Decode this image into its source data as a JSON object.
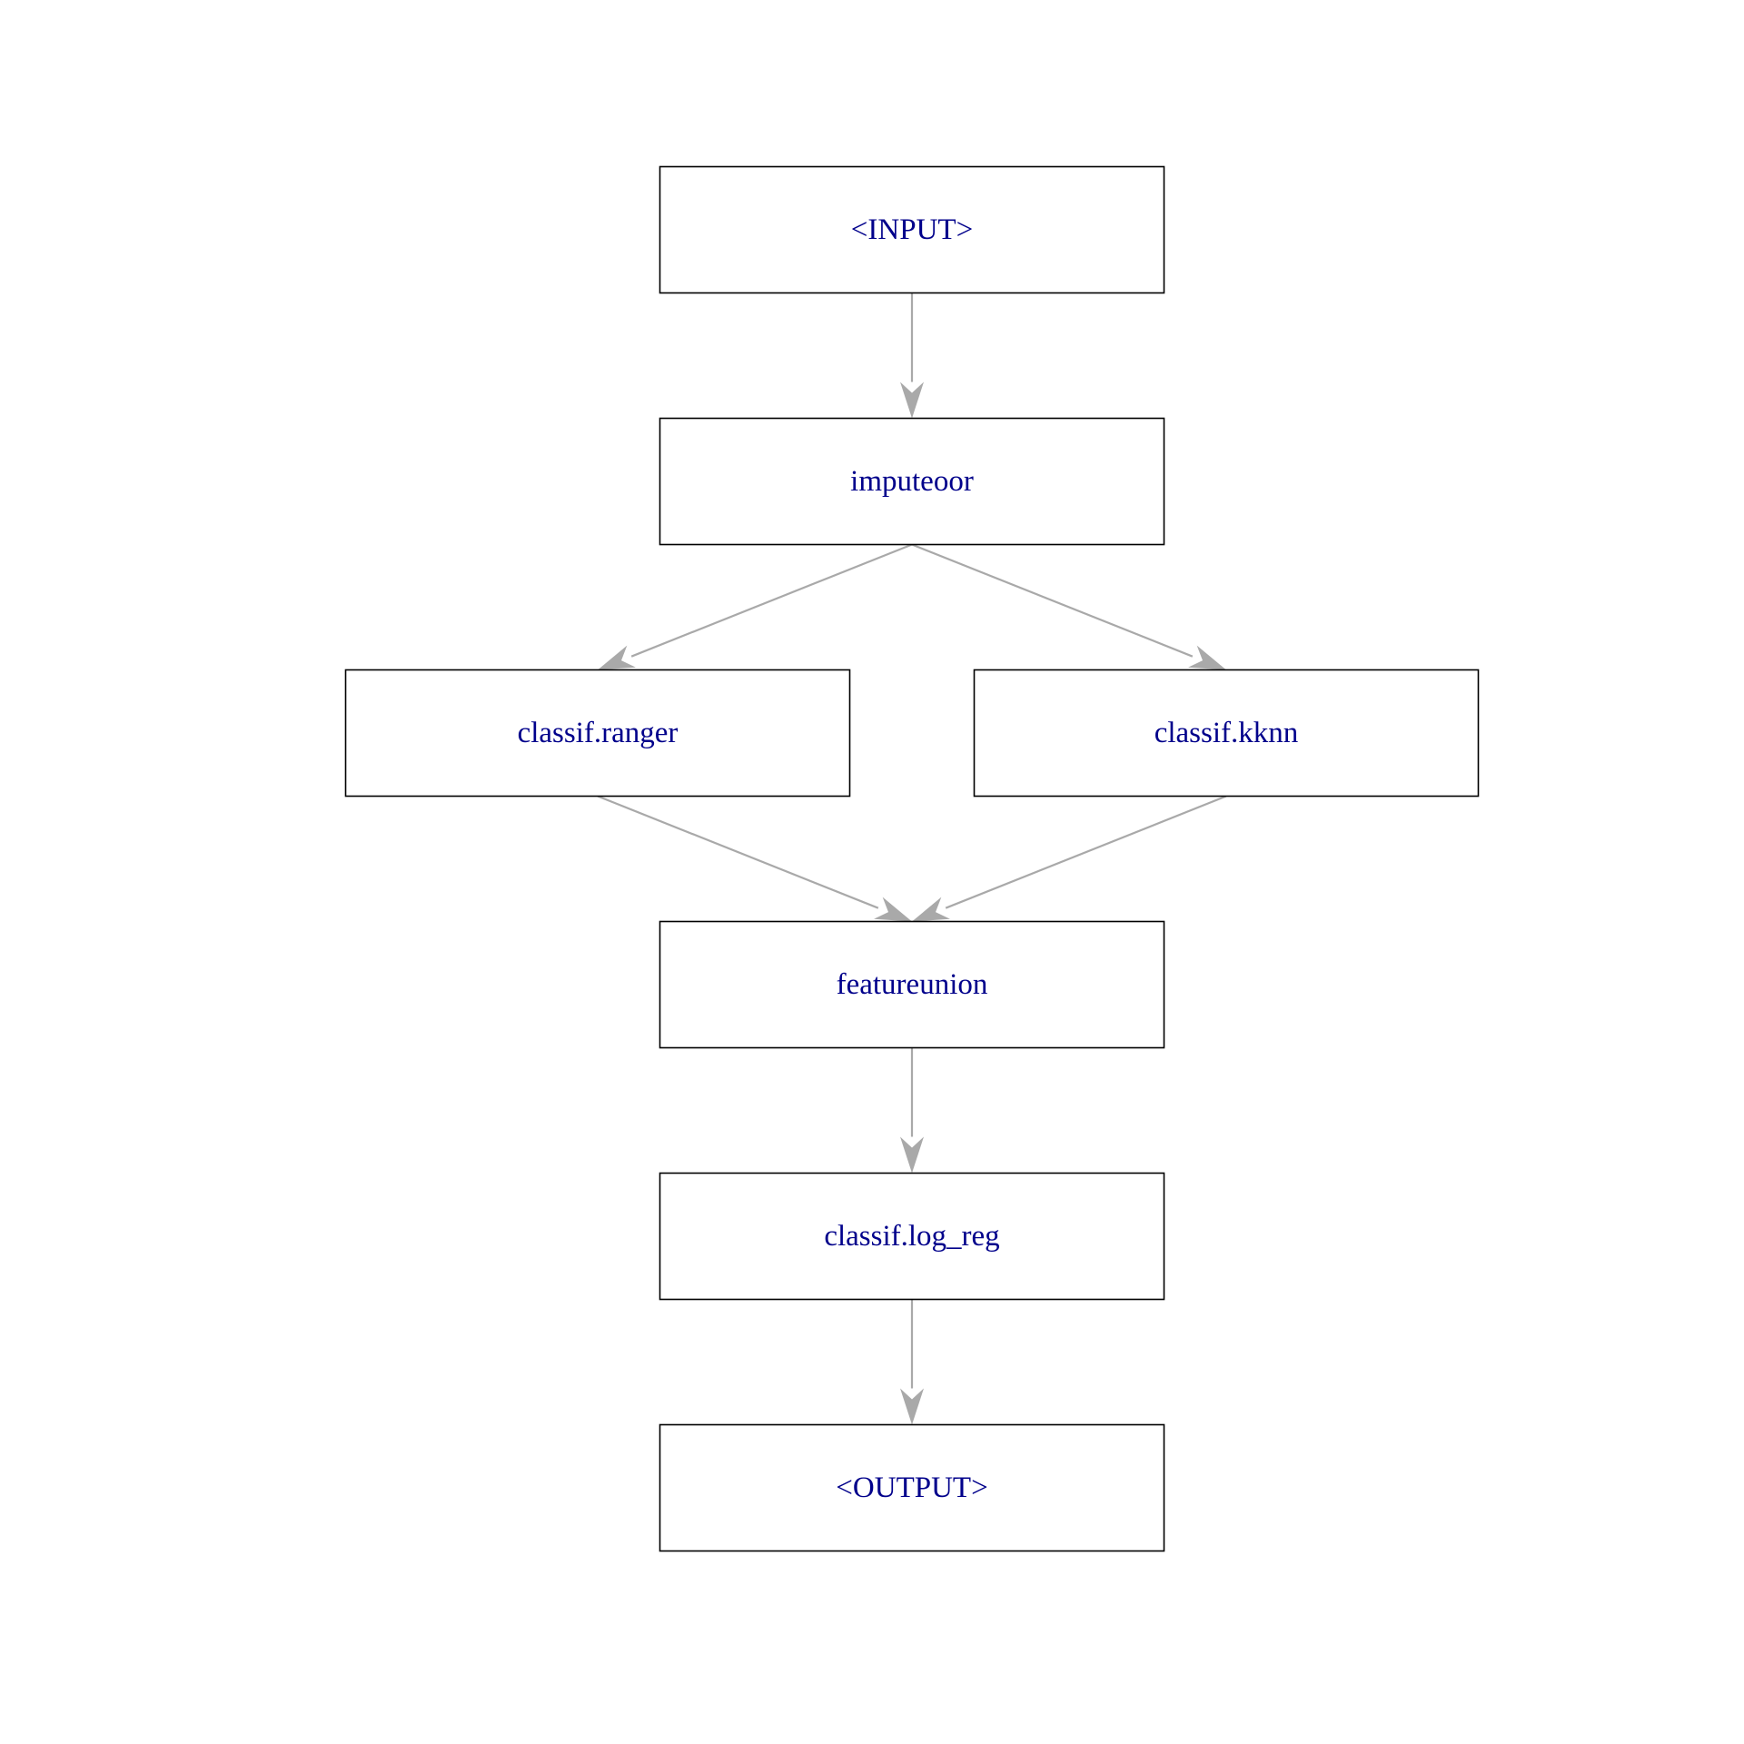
{
  "diagram": {
    "colors": {
      "node_border": "#000000",
      "node_fill": "#ffffff",
      "label_text": "#00008b",
      "edge": "#a9a9a9",
      "background": "#ffffff"
    },
    "nodes": [
      {
        "id": "input",
        "label": "<INPUT>"
      },
      {
        "id": "imputeoor",
        "label": "imputeoor"
      },
      {
        "id": "classif_ranger",
        "label": "classif.ranger"
      },
      {
        "id": "classif_kknn",
        "label": "classif.kknn"
      },
      {
        "id": "featureunion",
        "label": "featureunion"
      },
      {
        "id": "classif_log_reg",
        "label": "classif.log_reg"
      },
      {
        "id": "output",
        "label": "<OUTPUT>"
      }
    ],
    "edges": [
      {
        "from": "input",
        "to": "imputeoor"
      },
      {
        "from": "imputeoor",
        "to": "classif_ranger"
      },
      {
        "from": "imputeoor",
        "to": "classif_kknn"
      },
      {
        "from": "classif_ranger",
        "to": "featureunion"
      },
      {
        "from": "classif_kknn",
        "to": "featureunion"
      },
      {
        "from": "featureunion",
        "to": "classif_log_reg"
      },
      {
        "from": "classif_log_reg",
        "to": "output"
      }
    ]
  }
}
